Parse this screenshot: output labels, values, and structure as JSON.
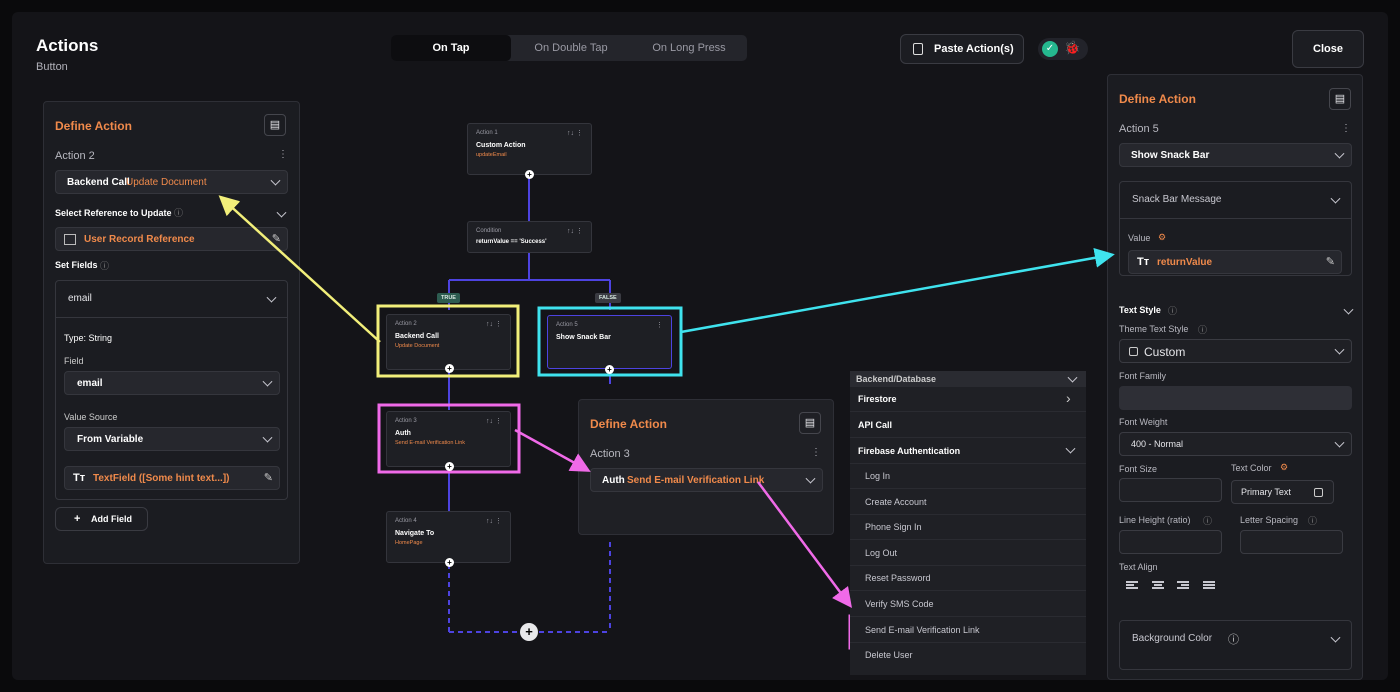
{
  "header": {
    "title": "Actions",
    "subtitle": "Button",
    "tabs": [
      "On Tap",
      "On Double Tap",
      "On Long Press"
    ],
    "paste_label": "Paste Action(s)",
    "close_label": "Close"
  },
  "left_panel": {
    "title": "Define Action",
    "action_label": "Action 2",
    "action_type": "Backend Call",
    "action_subtype": "Update Document",
    "select_ref_label": "Select Reference to Update",
    "ref_value": "User Record Reference",
    "set_fields_label": "Set Fields",
    "field_name": "email",
    "type_label": "Type: String",
    "field_label": "Field",
    "field_value": "email",
    "value_source_label": "Value Source",
    "value_source": "From Variable",
    "variable_value": "TextField ([Some hint text...])",
    "add_field_label": "Add Field"
  },
  "flow": {
    "node1": {
      "label": "Action 1",
      "title": "Custom Action",
      "sub": "updateEmail"
    },
    "condition": {
      "label": "Condition",
      "expr": "returnValue == 'Success'"
    },
    "true_tag": "TRUE",
    "false_tag": "FALSE",
    "node2": {
      "label": "Action 2",
      "title": "Backend Call",
      "sub": "Update Document"
    },
    "node5": {
      "label": "Action 5",
      "title": "Show Snack Bar"
    },
    "node3": {
      "label": "Action 3",
      "title": "Auth",
      "sub": "Send E-mail Verification Link"
    },
    "node4": {
      "label": "Action 4",
      "title": "Navigate To",
      "sub": "HomePage"
    }
  },
  "mid_panel": {
    "title": "Define Action",
    "action_label": "Action 3",
    "action_type": "Auth",
    "action_subtype": "Send E-mail Verification Link"
  },
  "menu": {
    "header": "Backend/Database",
    "items": [
      "Firestore",
      "API Call",
      "Firebase Authentication",
      "Log In",
      "Create Account",
      "Phone Sign In",
      "Log Out",
      "Reset Password",
      "Verify SMS Code",
      "Send E-mail Verification Link",
      "Delete User"
    ]
  },
  "right_panel": {
    "title": "Define Action",
    "action_label": "Action 5",
    "action_type": "Show Snack Bar",
    "snack_label": "Snack Bar Message",
    "value_label": "Value",
    "value": "returnValue",
    "text_style_label": "Text Style",
    "theme_label": "Theme Text Style",
    "theme_value": "Custom",
    "font_family_label": "Font Family",
    "font_weight_label": "Font Weight",
    "font_weight_value": "400 - Normal",
    "font_size_label": "Font Size",
    "text_color_label": "Text Color",
    "text_color_value": "Primary Text",
    "line_height_label": "Line Height (ratio)",
    "letter_spacing_label": "Letter Spacing",
    "text_align_label": "Text Align",
    "bg_color_label": "Background Color"
  },
  "colors": {
    "accent": "#f08a4b",
    "yellow": "#f2ef7a",
    "cyan": "#3fe3ee",
    "magenta": "#f06ae8",
    "line": "#4d43e0"
  }
}
